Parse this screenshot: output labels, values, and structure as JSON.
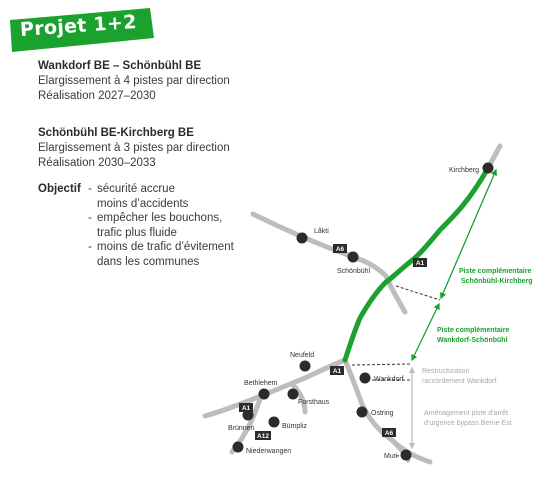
{
  "badge": {
    "text": "Projet 1+2",
    "color": "#1aa12e"
  },
  "sections": [
    {
      "title": "Wankdorf BE – Schönbühl BE",
      "lines": [
        "Elargissement à 4 pistes par direction",
        "Réalisation 2027–2030"
      ]
    },
    {
      "title": "Schönbühl BE-Kirchberg BE",
      "lines": [
        "Elargissement à 3 pistes par direction",
        "Réalisation 2030–2033"
      ]
    }
  ],
  "objectif": {
    "label": "Objectif",
    "items": [
      {
        "line1": "sécurité accrue",
        "line2": "moins d’accidents"
      },
      {
        "line1": "empêcher les bouchons,",
        "line2": "trafic plus fluide"
      },
      {
        "line1": "moins de trafic d’évitement",
        "line2": "dans les communes"
      }
    ]
  },
  "map": {
    "places": {
      "kirchberg": "Kirchberg",
      "lakti": "Lâkti",
      "schonbuhl": "Schönbühl",
      "neufeld": "Neufeld",
      "wankdorf": "Wankdorf",
      "bethlehem": "Bethlehem",
      "forsthaus": "Forsthaus",
      "brunnen": "Brünnen",
      "bumpliz": "Bümpliz",
      "niederwangen": "Niederwangen",
      "ostring": "Ostring",
      "muri": "Muri"
    },
    "roads": {
      "a1_north": "A1",
      "a6_west": "A6",
      "a1_neufeld": "A1",
      "a1_west": "A1",
      "a12": "A12",
      "a6_south": "A6"
    },
    "annotations": {
      "piste_kirchberg_1": "Piste complémentaire",
      "piste_kirchberg_2": "Schönbühl-Kirchberg",
      "piste_wankdorf_1": "Piste complémentaire",
      "piste_wankdorf_2": "Wankdorf-Schönbühl",
      "restructuration_1": "Restructuration",
      "restructuration_2": "raccordement Wankdorf",
      "amenagement_1": "Aménagement piste d’arrêt",
      "amenagement_2": "d’urgence bypass Berne Est"
    },
    "colors": {
      "green": "#1aa12e",
      "road": "#bdbdbd",
      "node": "#2b2b2b",
      "road_badge": "#2b2b2b",
      "grey_text": "#a8a8a8"
    }
  }
}
